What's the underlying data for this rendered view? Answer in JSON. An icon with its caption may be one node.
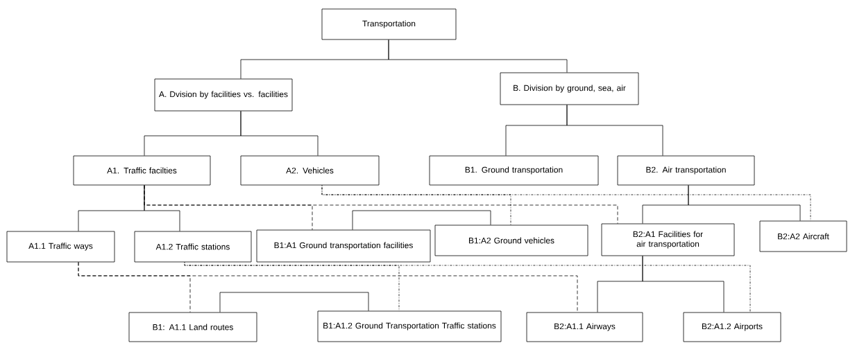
{
  "diagram": {
    "nodes": [
      {
        "text": [
          "Transportation"
        ]
      },
      {
        "text": [
          "A. Dvision by facilities vs. facilities"
        ]
      },
      {
        "text": [
          "B. Division by ground, sea, air"
        ]
      },
      {
        "text": [
          "A1. Traffic facilties"
        ]
      },
      {
        "text": [
          "A2. Vehicles"
        ]
      },
      {
        "text": [
          "B1. Ground transportation"
        ]
      },
      {
        "text": [
          "B2. Air transportation"
        ]
      },
      {
        "text": [
          "A1.1 Traffic ways"
        ]
      },
      {
        "text": [
          "A1.2 Traffic stations"
        ]
      },
      {
        "text": [
          "B1:A1 Ground transportation facilities"
        ]
      },
      {
        "text": [
          "B1:A2 Ground vehicles"
        ]
      },
      {
        "text": [
          "B2:A1 Facilities for air transportation"
        ]
      },
      {
        "text": [
          "B2:A2 Aircraft"
        ]
      },
      {
        "text": [
          "B1: A1.1 Land routes"
        ]
      },
      {
        "text": [
          "B1:A1.2 Ground Transportation Traffic stations"
        ]
      },
      {
        "text": [
          "B2:A1.1 Airways"
        ]
      },
      {
        "text": [
          "B2:A1.2 Airports"
        ]
      }
    ],
    "edges": [
      {
        "from": 0,
        "to": 1,
        "arrow": "none"
      },
      {
        "from": 0,
        "to": 2,
        "arrow": "none"
      },
      {
        "from": 1,
        "to": 3,
        "arrow": "none"
      },
      {
        "from": 1,
        "to": 4,
        "arrow": "none"
      },
      {
        "from": 2,
        "to": 5,
        "arrow": "none"
      },
      {
        "from": 2,
        "to": 6,
        "arrow": "none"
      },
      {
        "from": 3,
        "to": 7,
        "arrow": "none"
      },
      {
        "from": 3,
        "to": 8,
        "arrow": "none"
      },
      {
        "from": 9,
        "to": 10,
        "arrow": "none"
      },
      {
        "from": 6,
        "to": 11,
        "arrow": "none"
      },
      {
        "from": 6,
        "to": 12,
        "arrow": "none"
      },
      {
        "from": 11,
        "to": 15,
        "arrow": "none"
      },
      {
        "from": 11,
        "to": 16,
        "arrow": "none"
      },
      {
        "from": 13,
        "to": 14,
        "arrow": "none"
      },
      {
        "from": 3,
        "to": 9,
        "arrow": "none",
        "style": "dashed"
      },
      {
        "from": 3,
        "to": 11,
        "arrow": "none",
        "style": "dashed"
      },
      {
        "from": 7,
        "to": 13,
        "arrow": "none",
        "style": "dashed"
      },
      {
        "from": 7,
        "to": 15,
        "arrow": "none",
        "style": "dashed"
      },
      {
        "from": 4,
        "to": 10,
        "arrow": "none",
        "style": "dashed"
      },
      {
        "from": 4,
        "to": 12,
        "arrow": "none",
        "style": "dashed"
      },
      {
        "from": 8,
        "to": 14,
        "arrow": "none",
        "style": "dashed"
      },
      {
        "from": 8,
        "to": 16,
        "arrow": "none",
        "style": "dashed"
      }
    ]
  }
}
